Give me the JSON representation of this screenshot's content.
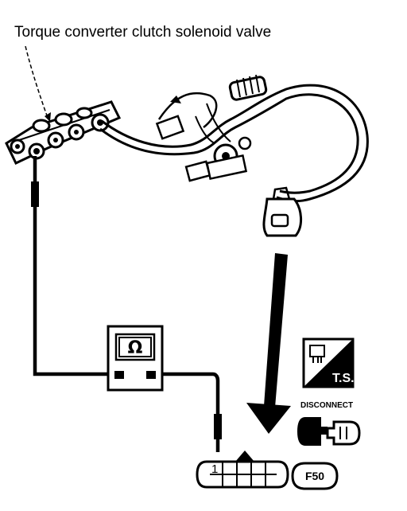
{
  "label": {
    "component": "Torque converter clutch solenoid valve"
  },
  "meter": {
    "symbol": "Ω"
  },
  "icons": {
    "ts": "T.S.",
    "disconnect": "DISCONNECT"
  },
  "connector": {
    "pin": "1",
    "code": "F50"
  }
}
